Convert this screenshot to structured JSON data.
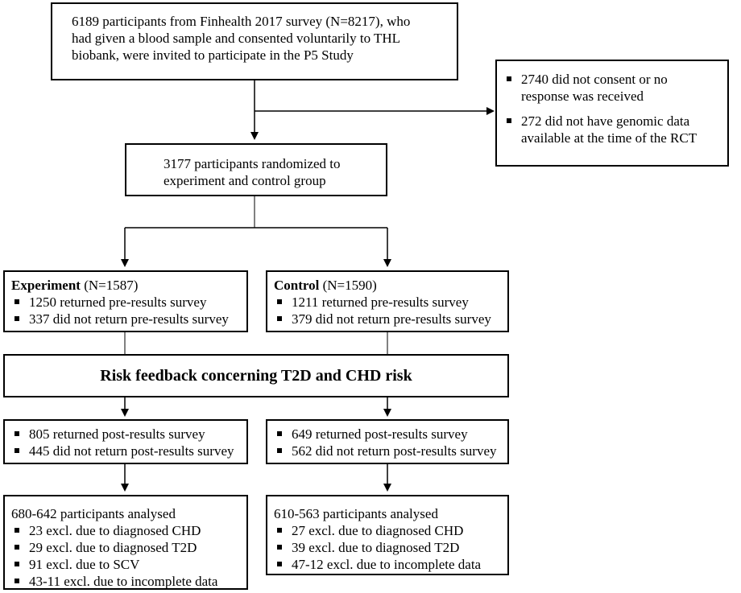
{
  "top_box": {
    "lines": [
      "6189 participants from Finhealth 2017 survey (N=8217), who",
      "had given a blood sample and consented voluntarily to THL",
      "biobank, were invited to participate in the P5 Study"
    ]
  },
  "exclusion_box": {
    "items": [
      {
        "l1": "2740 did not consent or no",
        "l2": "response was received"
      },
      {
        "l1": "272 did not have genomic data",
        "l2": "available at the time of the RCT"
      }
    ]
  },
  "randomized_box": {
    "lines": [
      "3177 participants randomized to",
      "experiment and control group"
    ]
  },
  "experiment_box": {
    "title": "Experiment",
    "count": " (N=1587)",
    "items": [
      "1250 returned pre-results survey",
      "337 did not return pre-results survey"
    ]
  },
  "control_box": {
    "title": "Control",
    "count": " (N=1590)",
    "items": [
      "1211 returned pre-results survey",
      "379 did not return pre-results survey"
    ]
  },
  "feedback_box": {
    "label": "Risk feedback concerning T2D and CHD risk"
  },
  "exp_post_box": {
    "items": [
      "805 returned post-results survey",
      "445 did not return post-results survey"
    ]
  },
  "ctrl_post_box": {
    "items": [
      "649 returned post-results survey",
      "562 did not return post-results survey"
    ]
  },
  "exp_analysed_box": {
    "header": "680-642 participants analysed",
    "items": [
      "23 excl. due to diagnosed CHD",
      "29 excl. due to diagnosed T2D",
      "91 excl. due to SCV",
      "43-11 excl. due to incomplete data"
    ]
  },
  "ctrl_analysed_box": {
    "header": "610-563 participants analysed",
    "items": [
      "27 excl. due to diagnosed CHD",
      "39 excl. due to diagnosed T2D",
      "47-12 excl. due to incomplete data"
    ]
  }
}
